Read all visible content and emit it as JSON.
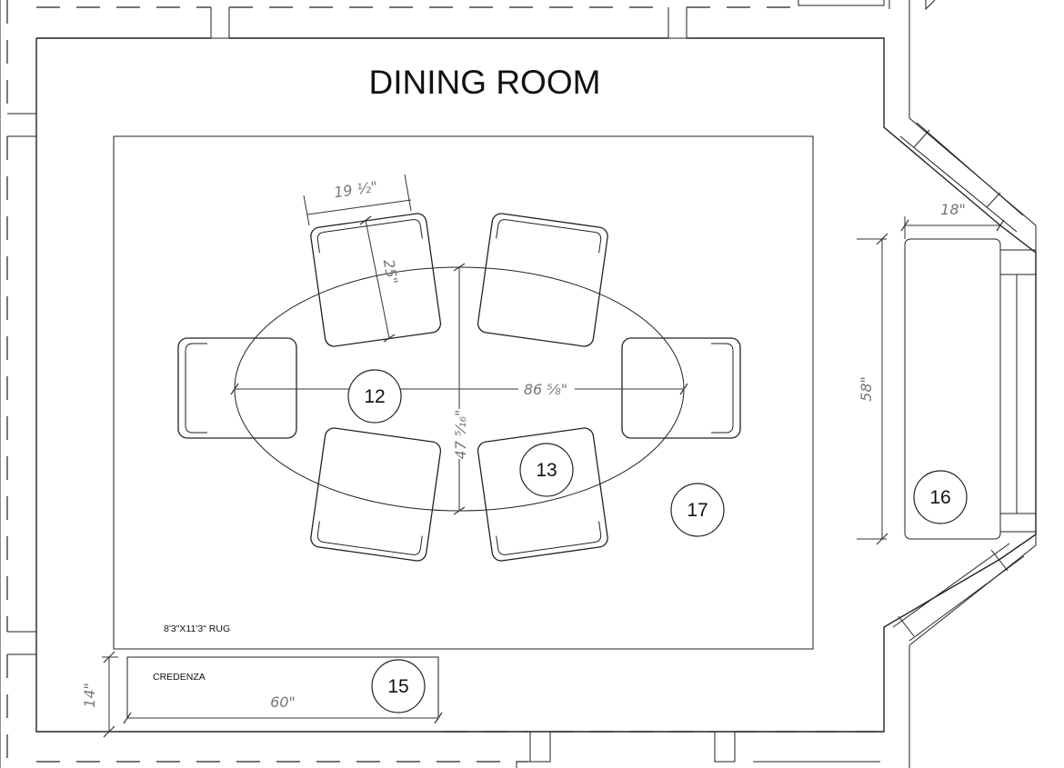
{
  "title": "DINING ROOM",
  "labels": {
    "rug": "8'3\"X11'3\" RUG",
    "credenza": "CREDENZA"
  },
  "dimensions": {
    "table_length": "86 ⅝\"",
    "table_width": "47 ⁵⁄₁₆\"",
    "chair_width": "19 ½\"",
    "chair_depth": "25\"",
    "credenza_length": "60\"",
    "credenza_depth": "14\"",
    "bench_length": "58\"",
    "bench_depth": "18\""
  },
  "tags": [
    "12",
    "13",
    "15",
    "16",
    "17"
  ]
}
